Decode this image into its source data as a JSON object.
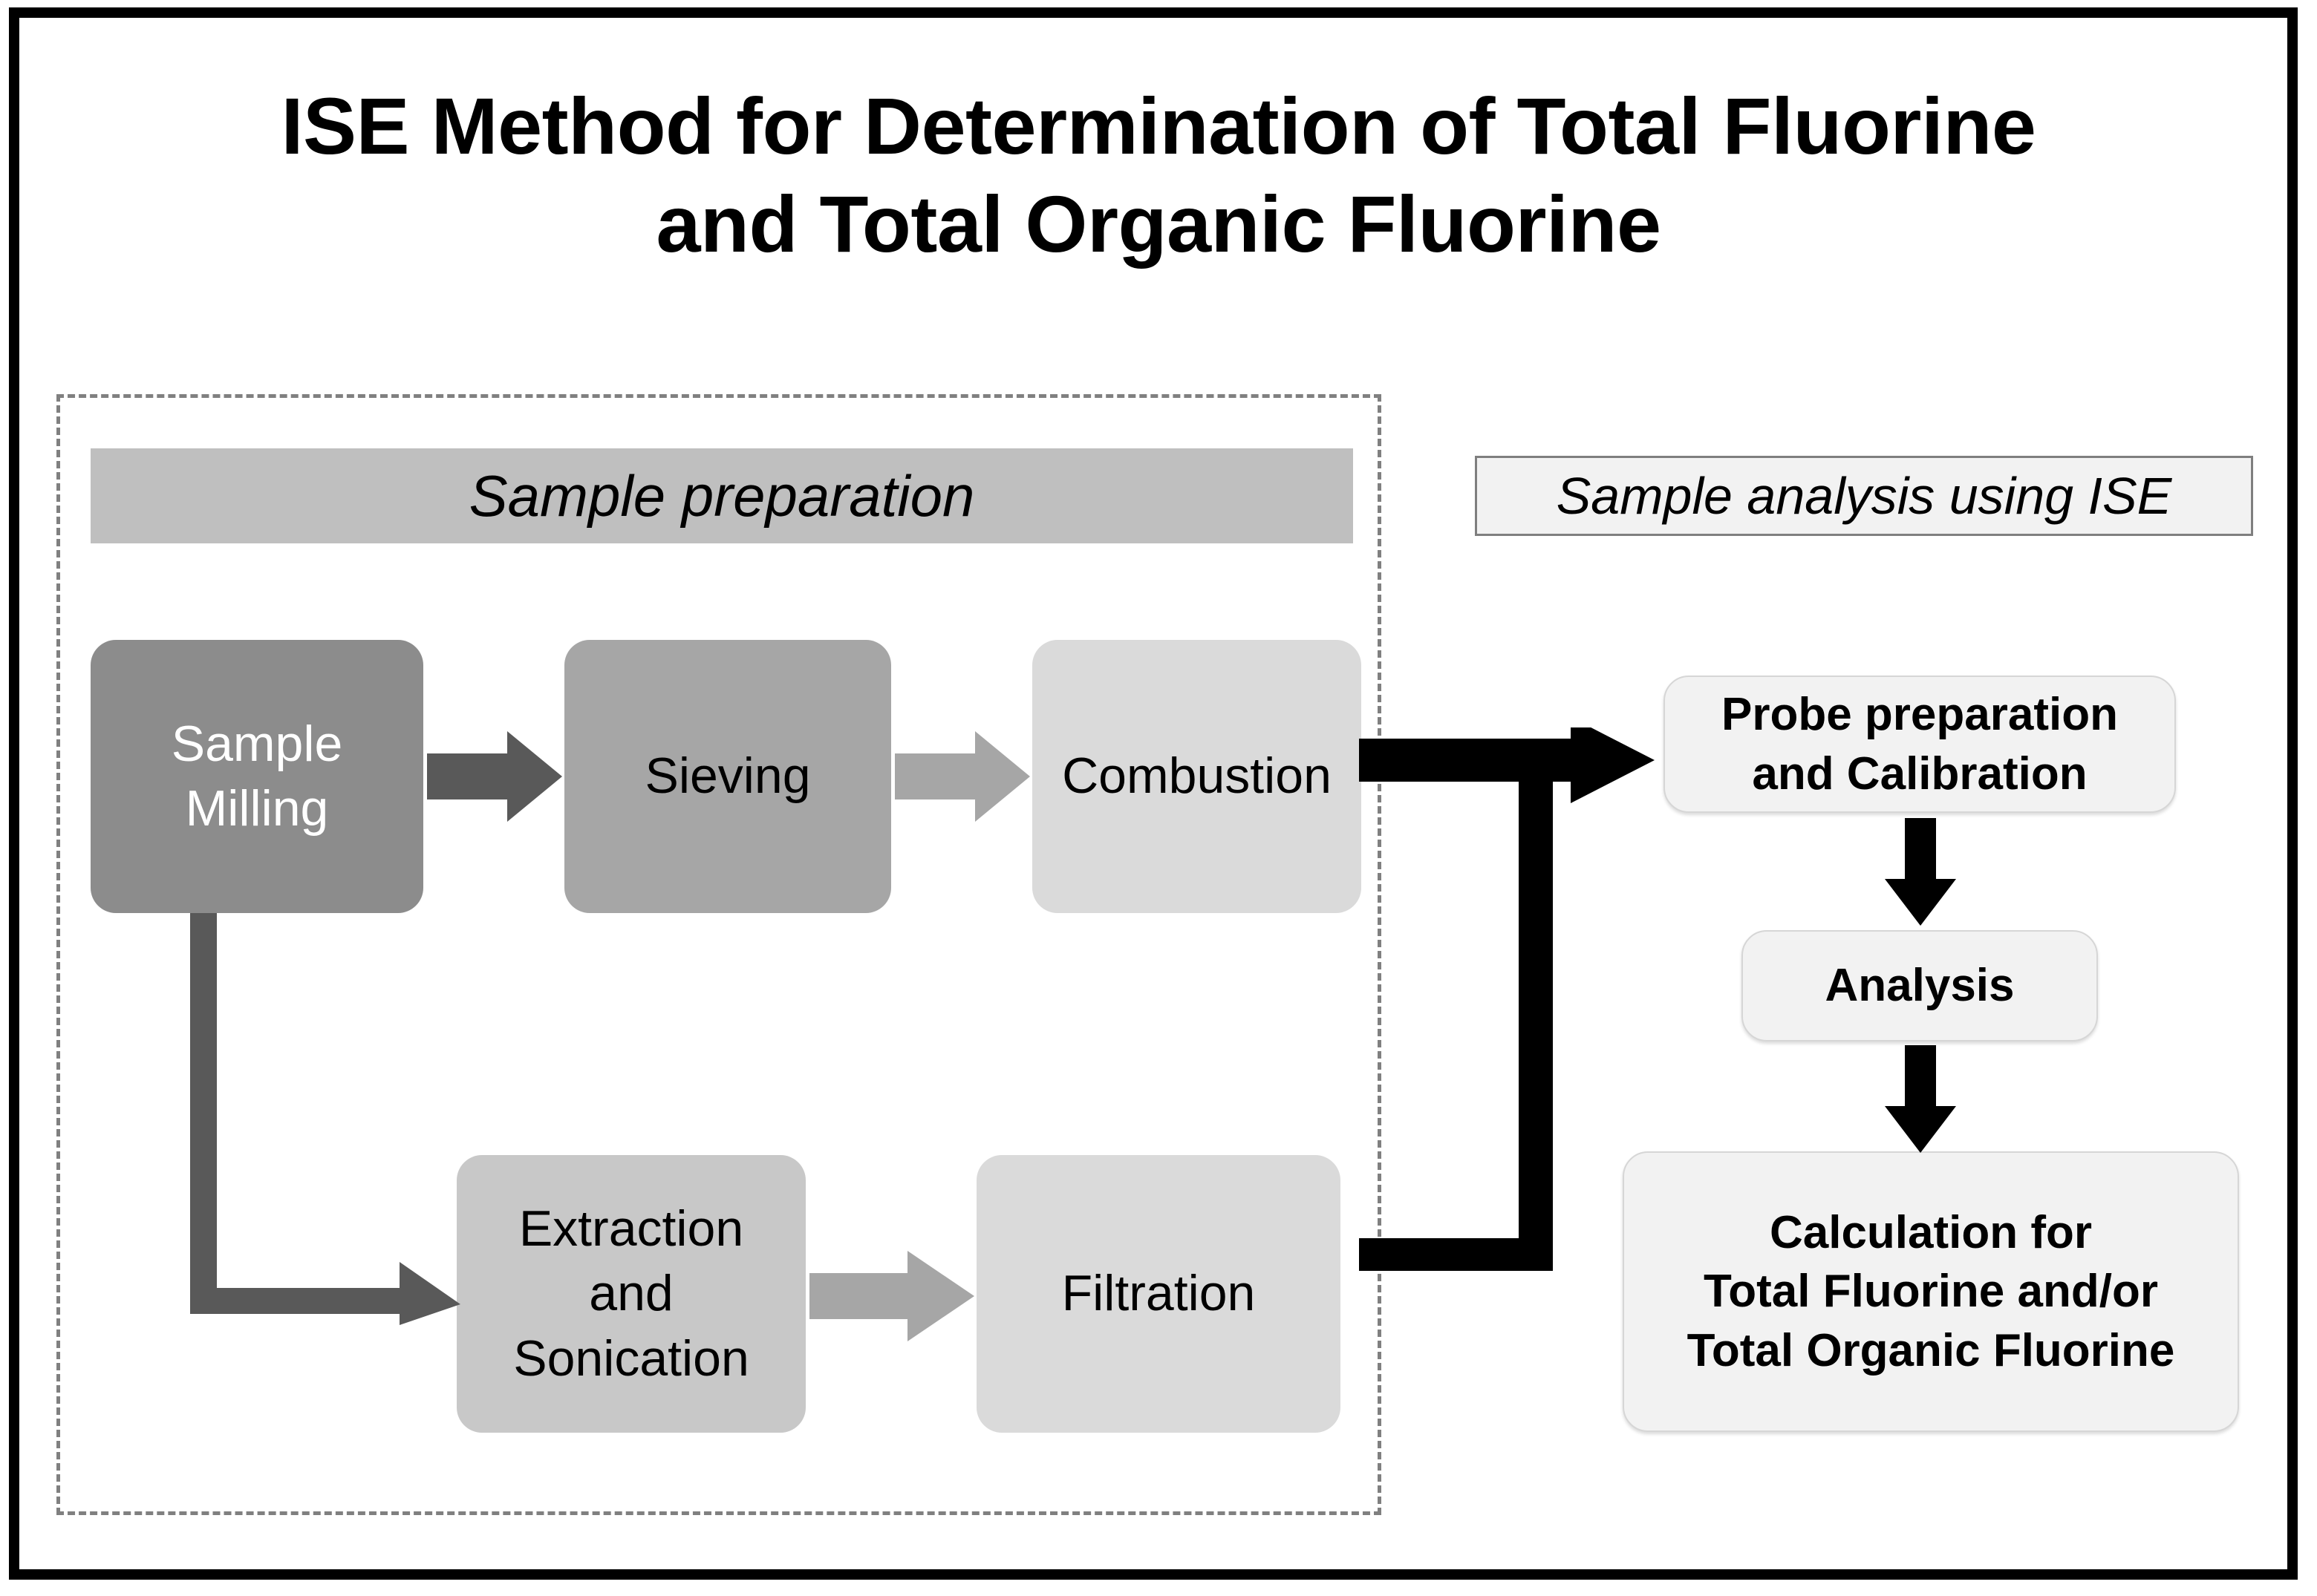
{
  "title": {
    "line1": "ISE Method for Determination of Total Fluorine",
    "line2": "and Total Organic Fluorine"
  },
  "sections": {
    "preparation": {
      "header": "Sample preparation"
    },
    "analysis": {
      "header": "Sample analysis using ISE"
    }
  },
  "preparation_steps": {
    "milling": {
      "label": "Sample\nMilling",
      "line1": "Sample",
      "line2": "Milling",
      "fill": "#8c8c8c",
      "text_color": "#ffffff"
    },
    "sieving": {
      "label": "Sieving",
      "fill": "#a6a6a6",
      "text_color": "#000000"
    },
    "combustion": {
      "label": "Combustion",
      "fill": "#dadada",
      "text_color": "#000000"
    },
    "extraction": {
      "line1": "Extraction",
      "line2": "and",
      "line3": "Sonication",
      "fill": "#c8c8c8",
      "text_color": "#000000"
    },
    "filtration": {
      "label": "Filtration",
      "fill": "#dadada",
      "text_color": "#000000"
    }
  },
  "analysis_steps": {
    "probe": {
      "line1": "Probe preparation",
      "line2": "and Calibration",
      "fill": "#f2f2f2",
      "text_color": "#000000"
    },
    "analysis": {
      "label": "Analysis",
      "fill": "#f2f2f2",
      "text_color": "#000000"
    },
    "calculation": {
      "line1": "Calculation for",
      "line2": "Total Fluorine and/or",
      "line3": "Total Organic Fluorine",
      "fill": "#f2f2f2",
      "text_color": "#000000"
    }
  },
  "connectors": {
    "milling_to_sieving": {
      "type": "block-arrow",
      "direction": "right",
      "color": "#595959"
    },
    "sieving_to_combustion": {
      "type": "block-arrow",
      "direction": "right",
      "color": "#a6a6a6"
    },
    "extraction_to_filtration": {
      "type": "block-arrow",
      "direction": "right",
      "color": "#a6a6a6"
    },
    "milling_to_extraction": {
      "type": "elbow-arrow",
      "direction": "down-right",
      "color": "#595959"
    },
    "combustion_to_probe": {
      "type": "thick-line-arrow",
      "direction": "right",
      "color": "#000000"
    },
    "filtration_to_probe": {
      "type": "thick-elbow",
      "direction": "right-up",
      "color": "#000000"
    },
    "probe_to_analysis": {
      "type": "down-arrow",
      "color": "#000000"
    },
    "analysis_to_calculation": {
      "type": "down-arrow",
      "color": "#000000"
    }
  },
  "colors": {
    "frame": "#000000",
    "dashed_region_border": "#808080",
    "prep_header_fill": "#bfbfbf",
    "analysis_header_fill": "#f2f2f2",
    "analysis_header_border": "#7f7f7f",
    "page_background": "#ffffff"
  }
}
